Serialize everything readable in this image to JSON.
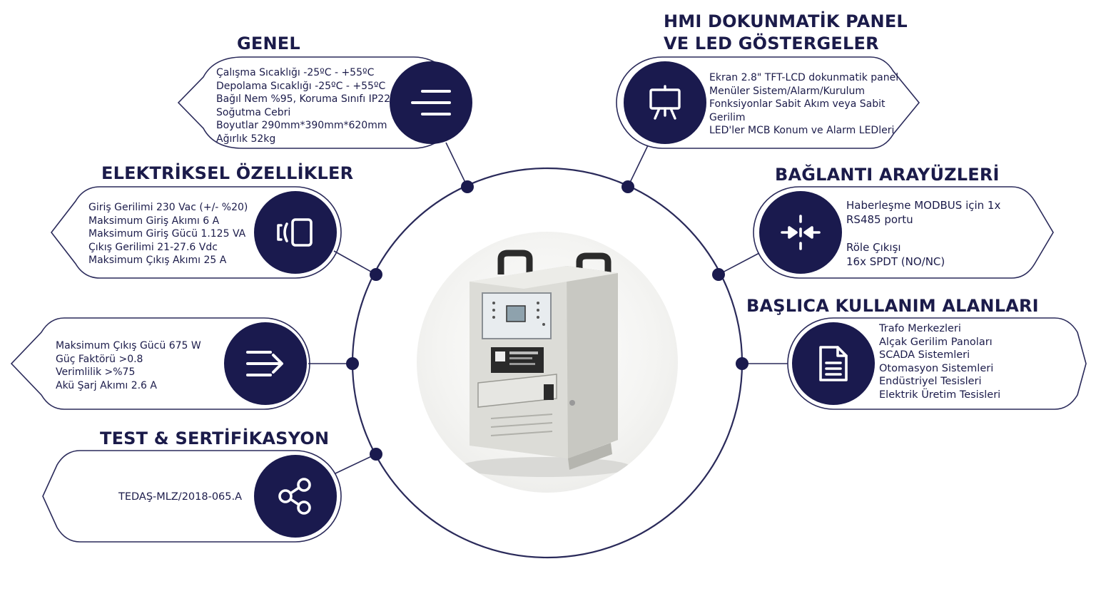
{
  "colors": {
    "navy": "#1a1a4e",
    "text": "#1b1b4a",
    "outline": "#2a2a5a"
  },
  "sections": {
    "genel": {
      "title": "GENEL",
      "icon": "menu-lines-icon",
      "lines": [
        "Çalışma Sıcaklığı -25ºC - +55ºC",
        "Depolama Sıcaklığı -25ºC - +55ºC",
        "Bağıl Nem %95, Koruma Sınıfı IP22",
        "Soğutma Cebri",
        "Boyutlar 290mm*390mm*620mm",
        "Ağırlık 52kg"
      ]
    },
    "hmi": {
      "title_line1": "HMI DOKUNMATİK PANEL",
      "title_line2": "VE LED GÖSTERGELER",
      "icon": "presentation-board-icon",
      "lines": [
        "Ekran 2.8\" TFT-LCD dokunmatik panel",
        "Menüler Sistem/Alarm/Kurulum",
        "Fonksiyonlar Sabit Akım veya Sabit",
        "Gerilim",
        "LED'ler MCB Konum ve Alarm LEDleri"
      ]
    },
    "elektriksel": {
      "title": "ELEKTRİKSEL ÖZELLİKLER",
      "icon": "device-vibrate-icon",
      "lines": [
        "Giriş Gerilimi 230 Vac (+/- %20)",
        "Maksimum Giriş Akımı 6 A",
        "Maksimum Giriş Gücü 1.125 VA",
        "Çıkış Gerilimi 21-27.6 Vdc",
        "Maksimum Çıkış Akımı 25 A"
      ]
    },
    "baglanti": {
      "title": "BAĞLANTI ARAYÜZLERİ",
      "icon": "merge-arrows-icon",
      "lines": [
        "Haberleşme MODBUS için 1x",
        "RS485 portu"
      ],
      "lines2": [
        "Röle Çıkışı",
        "16x SPDT (NO/NC)"
      ]
    },
    "cikis": {
      "icon": "output-arrow-icon",
      "lines": [
        "Maksimum Çıkış Gücü 675 W",
        "Güç Faktörü >0.8",
        "Verimlilik >%75",
        "Akü Şarj Akımı 2.6 A"
      ]
    },
    "kullanim": {
      "title": "BAŞLICA KULLANIM ALANLARI",
      "icon": "document-icon",
      "lines": [
        "Trafo Merkezleri",
        "Alçak Gerilim Panoları",
        "SCADA Sistemleri",
        "Otomasyon Sistemleri",
        "Endüstriyel Tesisleri",
        "Elektrik Üretim Tesisleri"
      ]
    },
    "test": {
      "title": "TEST & SERTİFİKASYON",
      "icon": "share-nodes-icon",
      "lines": [
        "TEDAŞ-MLZ/2018-065.A"
      ]
    }
  },
  "product": {
    "icon": "charger-cabinet-image"
  }
}
